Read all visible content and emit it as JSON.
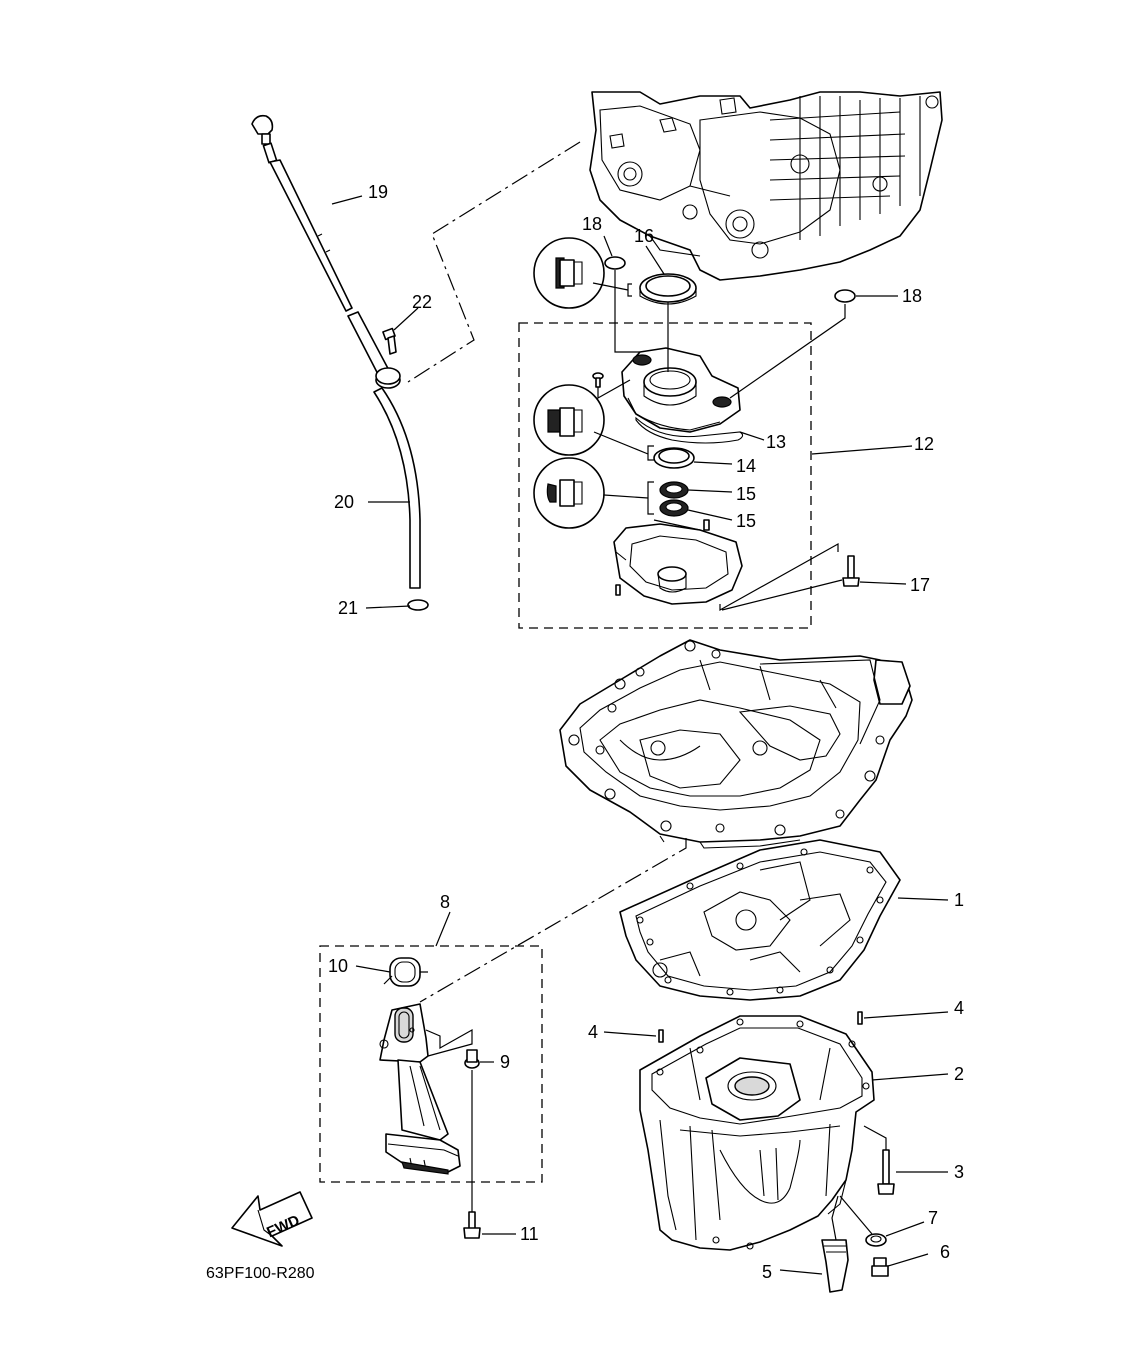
{
  "diagram": {
    "drawing_code": "63PF100-R280",
    "fwd_label": "FWD",
    "callouts": {
      "c1": "1",
      "c2": "2",
      "c3": "3",
      "c4a": "4",
      "c4b": "4",
      "c5": "5",
      "c6": "6",
      "c7": "7",
      "c8": "8",
      "c9": "9",
      "c10": "10",
      "c11": "11",
      "c12": "12",
      "c13": "13",
      "c14": "14",
      "c15a": "15",
      "c15b": "15",
      "c16": "16",
      "c17": "17",
      "c18a": "18",
      "c18b": "18",
      "c19": "19",
      "c20": "20",
      "c21": "21",
      "c22": "22"
    }
  }
}
